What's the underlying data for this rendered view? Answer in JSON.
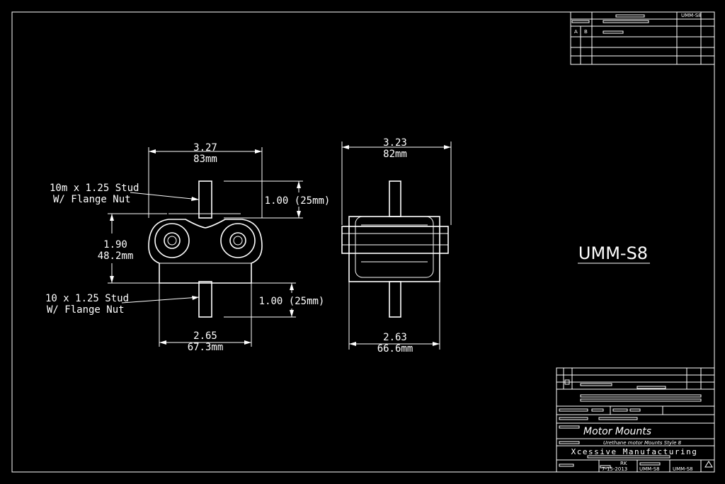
{
  "drawing": {
    "part_number": "UMM-S8",
    "top_block_code": "UMM-S8",
    "rev_a": "A",
    "rev_b": "B"
  },
  "front_view": {
    "top_width_in": "3.27",
    "top_width_mm": "83mm",
    "bottom_width_in": "2.65",
    "bottom_width_mm": "67.3mm",
    "height_in": "1.90",
    "height_mm": "48.2mm",
    "upper_stud_line1": "10m x 1.25 Stud",
    "upper_stud_line2": "W/ Flange Nut",
    "lower_stud_line1": "10 x 1.25 Stud",
    "lower_stud_line2": "W/ Flange Nut",
    "upper_stud_len": "1.00 (25mm)",
    "lower_stud_len": "1.00 (25mm)"
  },
  "side_view": {
    "top_width_in": "3.23",
    "top_width_mm": "82mm",
    "bottom_width_in": "2.63",
    "bottom_width_mm": "66.6mm"
  },
  "title_block": {
    "title": "Motor Mounts",
    "description": "Urethane motor Mounts Style 8",
    "company": "Xcessive Manufacturing",
    "drawn_by": "RK",
    "date": "7-15-2013",
    "dwg_no": "UMM-S8",
    "sheet_code": "UMM-S8"
  }
}
